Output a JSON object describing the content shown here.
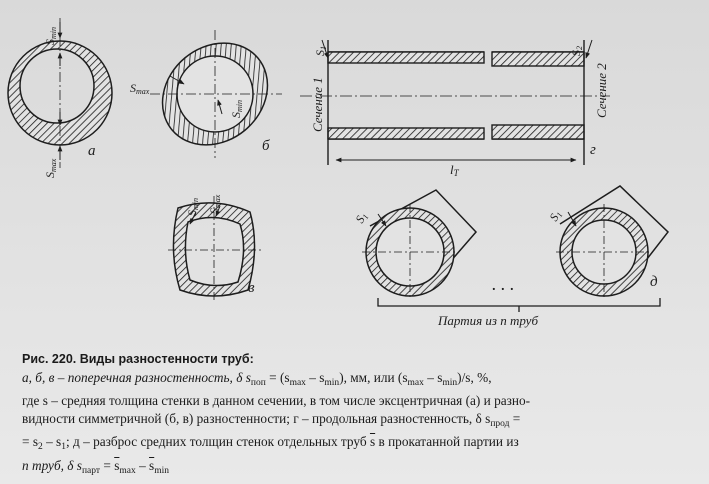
{
  "figure": {
    "labels": {
      "smin": "S",
      "smin_sub": "min",
      "smax": "S",
      "smax_sub": "max",
      "s1": "S",
      "s1_sub": "1",
      "s2": "S",
      "s2_sub": "2",
      "s": "S",
      "lt": "l",
      "lt_sub": "T",
      "section1": "Сечение 1",
      "section2": "Сечение 2",
      "letter_a": "а",
      "letter_b": "б",
      "letter_v": "в",
      "letter_g": "г",
      "letter_d": "д",
      "dots": ". . .",
      "batch": "Партия из n труб"
    },
    "colors": {
      "ink": "#1d1d1d",
      "paper": "#dcdcdc"
    }
  },
  "caption": {
    "title_number": "Рис. 220.",
    "title_text": " Виды разностенности труб:",
    "line1": "а, б, в – поперечная разностенность, δ s",
    "line1_sub1": "поп",
    "line1_b": " = (s",
    "line1_sub2": "max",
    "line1_c": " – s",
    "line1_sub3": "min",
    "line1_d": "), мм, или (s",
    "line1_sub4": "max",
    "line1_e": " – s",
    "line1_sub5": "min",
    "line1_f": ")/s, %,",
    "line2": "где s – средняя толщина стенки в данном сечении, в том числе эксцентричная (а) и разно-",
    "line3": "видности симметричной (б, в) разностенности; г – продольная разностенность, δ s",
    "line3_sub": "прод",
    "line3_end": " =",
    "line4_a": "= s",
    "line4_sub1": "2",
    "line4_b": " – s",
    "line4_sub2": "1",
    "line4_c": "; д – разброс средних толщин стенок отдельных труб ",
    "line4_s": "s",
    "line4_d": " в прокатанной партии из",
    "line5_a": "n труб, δ s",
    "line5_sub1": "парт",
    "line5_b": " = ",
    "line5_s1": "s",
    "line5_sub2": "max",
    "line5_c": " – ",
    "line5_s2": "s",
    "line5_sub3": "min"
  }
}
